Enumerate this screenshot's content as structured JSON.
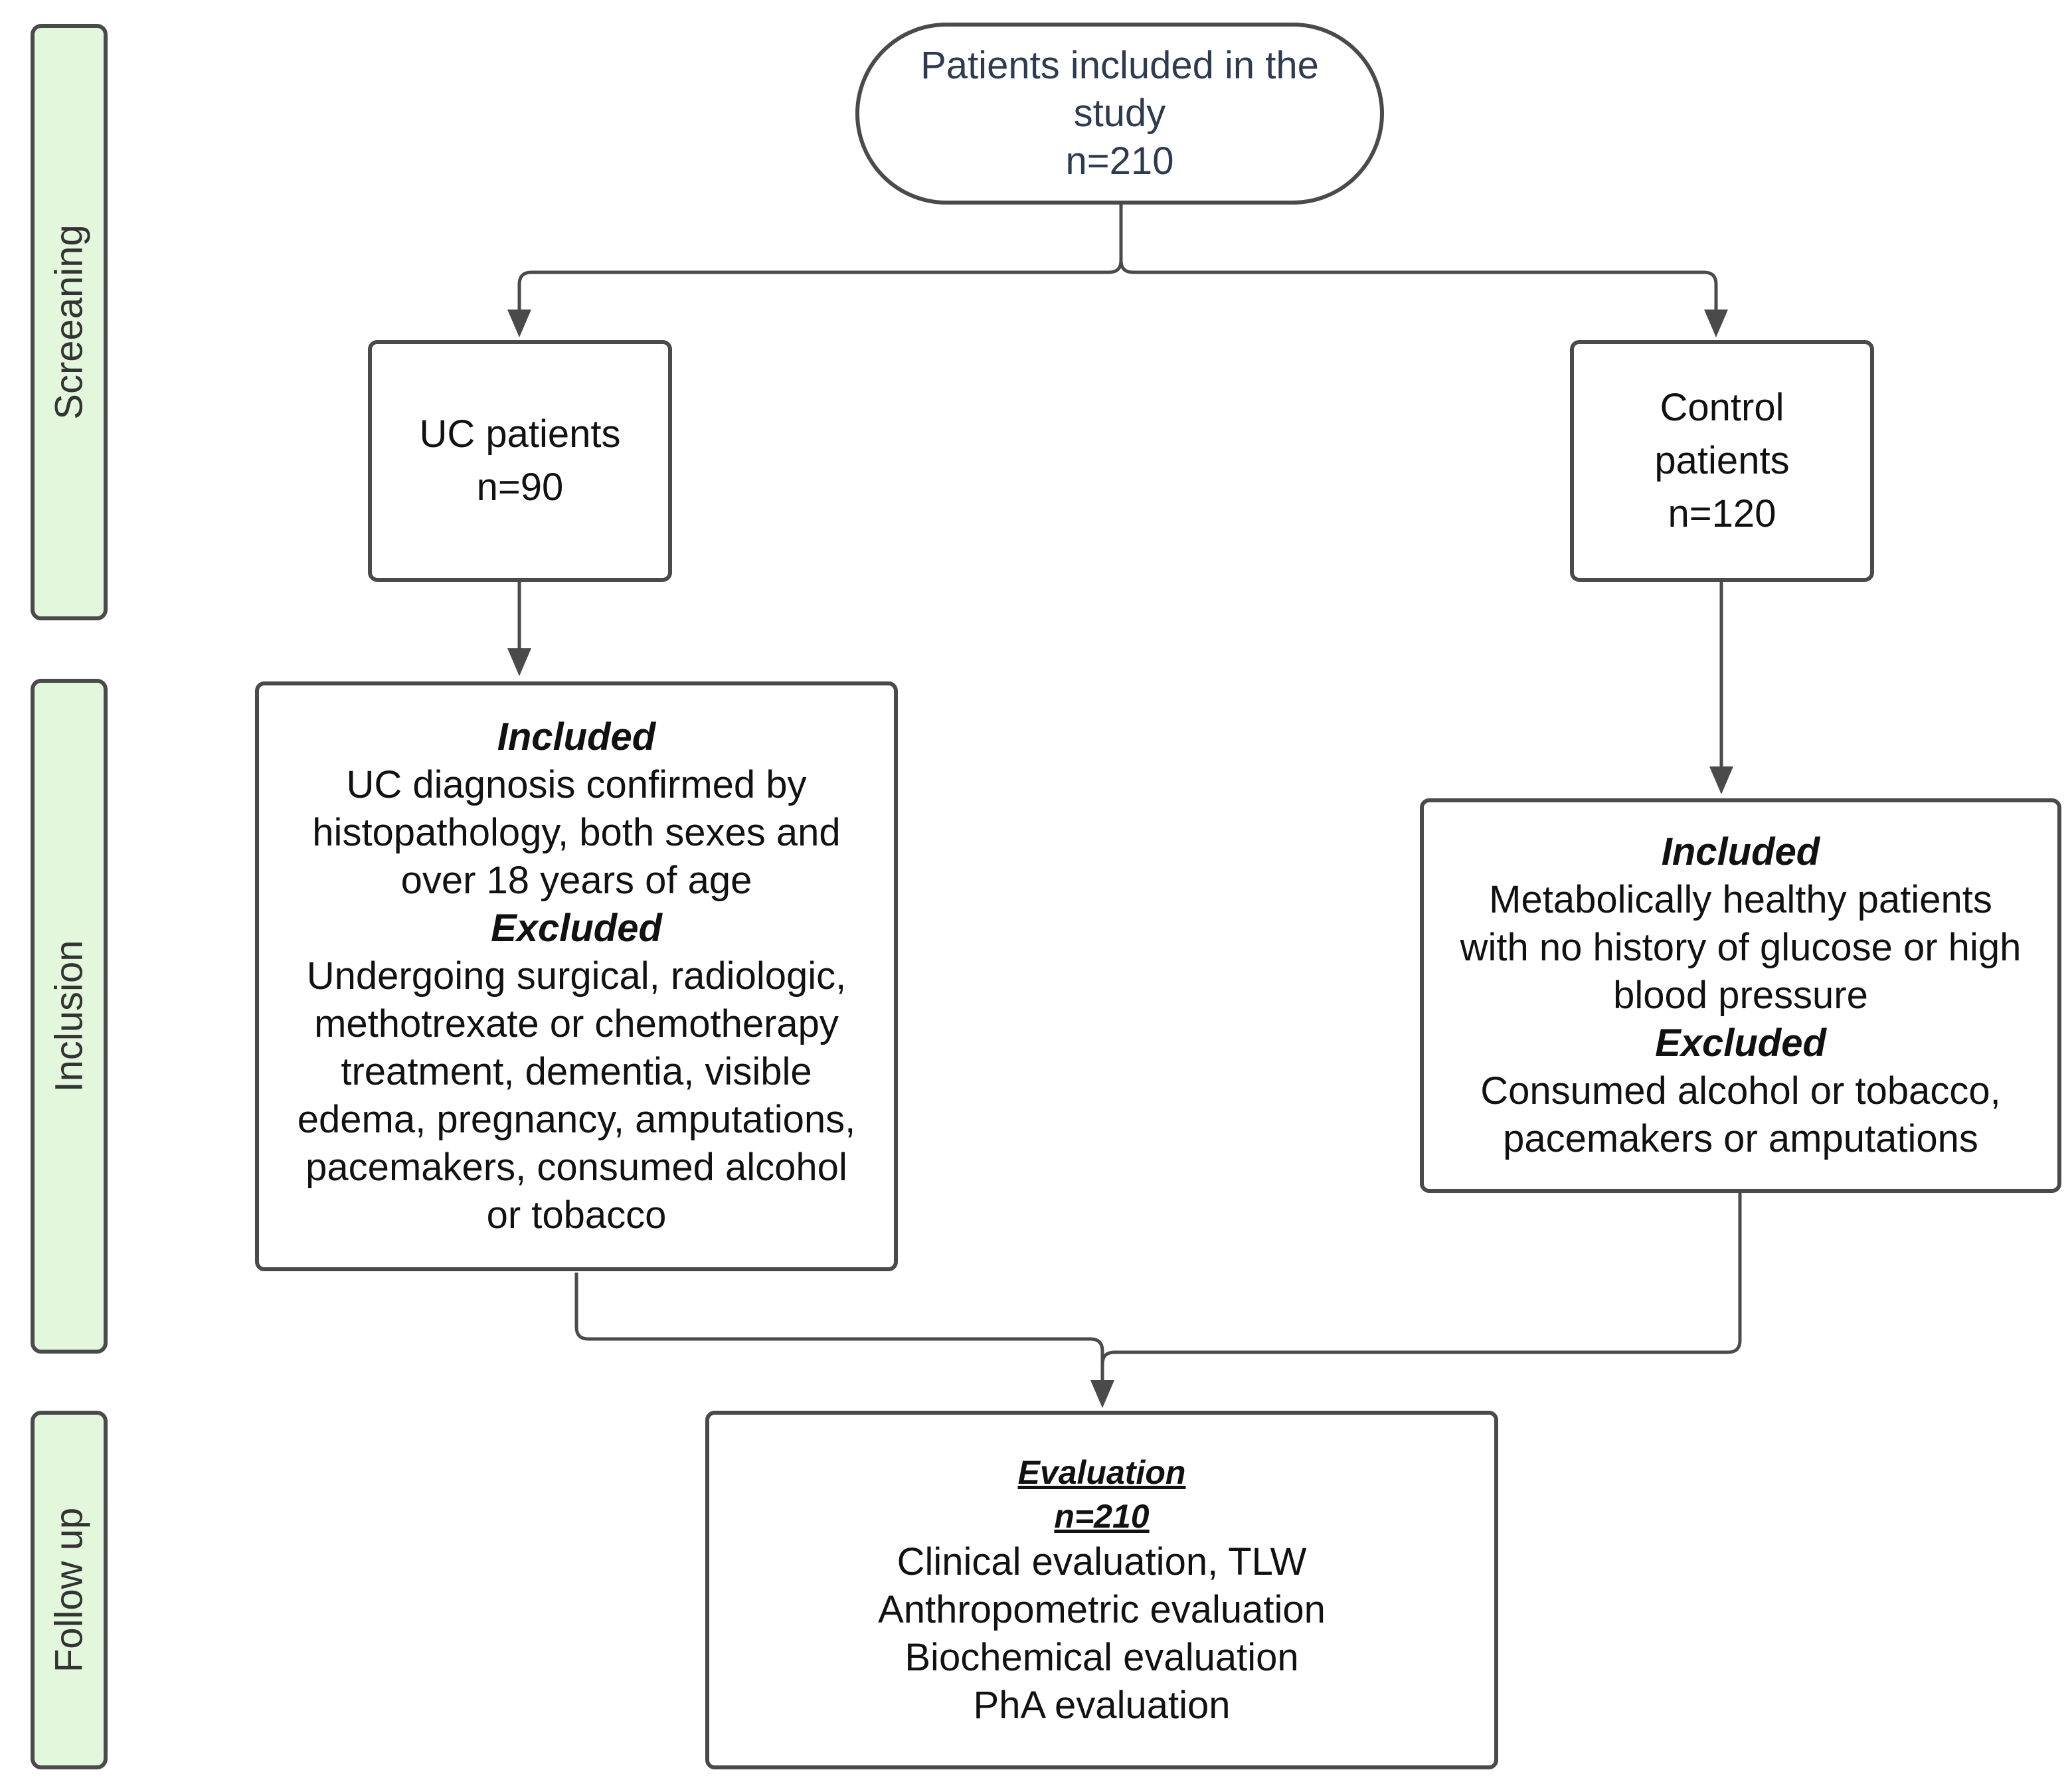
{
  "stages": {
    "screening": "Screeaning",
    "inclusion": "Inclusion",
    "follow_up": "Follow up"
  },
  "start": {
    "line1": "Patients included in the",
    "line2": "study",
    "line3": "n=210"
  },
  "uc": {
    "title": "UC patients",
    "count": "n=90"
  },
  "control": {
    "line1": "Control",
    "line2": "patients",
    "count": "n=120"
  },
  "uc_criteria": {
    "included_heading": "Included",
    "included_lines": [
      "UC diagnosis confirmed by",
      "histopathology, both sexes and",
      "over 18 years of age"
    ],
    "excluded_heading": "Excluded",
    "excluded_lines": [
      "Undergoing surgical, radiologic,",
      "methotrexate or chemotherapy",
      "treatment, dementia, visible",
      "edema, pregnancy, amputations,",
      "pacemakers, consumed alcohol",
      "or tobacco"
    ]
  },
  "control_criteria": {
    "included_heading": "Included",
    "included_lines": [
      "Metabolically healthy patients",
      "with no history of glucose or high",
      "blood pressure"
    ],
    "excluded_heading": "Excluded",
    "excluded_lines": [
      "Consumed alcohol or tobacco,",
      "pacemakers or amputations"
    ]
  },
  "evaluation": {
    "heading": "Evaluation",
    "count": "n=210",
    "items": [
      "Clinical evaluation, TLW",
      "Anthropometric evaluation",
      "Biochemical evaluation",
      "PhA evaluation"
    ]
  },
  "colors": {
    "stage_fill": "#e3f7dd",
    "stroke": "#4a4a4a",
    "start_text": "#2d3a4f"
  }
}
